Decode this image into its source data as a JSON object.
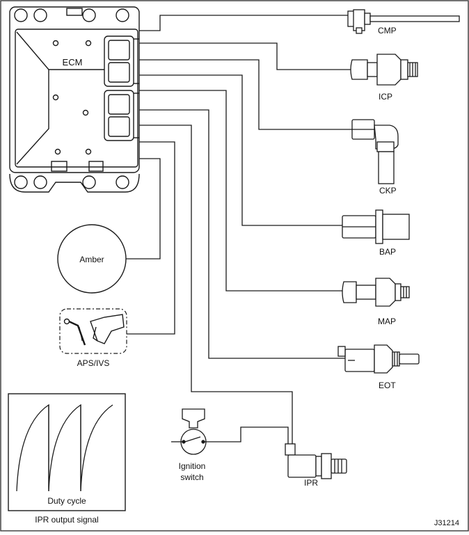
{
  "figure_id": "J31214",
  "ecm": {
    "label": "ECM"
  },
  "sensors": {
    "cmp": "CMP",
    "icp": "ICP",
    "ckp": "CKP",
    "bap": "BAP",
    "map": "MAP",
    "eot": "EOT",
    "ipr": "IPR"
  },
  "amber": {
    "label": "Amber"
  },
  "aps": {
    "label": "APS/IVS"
  },
  "ignition": {
    "line1": "Ignition",
    "line2": "switch"
  },
  "signal_box": {
    "inner_label": "Duty cycle",
    "caption": "IPR output signal"
  },
  "colors": {
    "line": "#1a1a1a",
    "background": "#ffffff"
  }
}
